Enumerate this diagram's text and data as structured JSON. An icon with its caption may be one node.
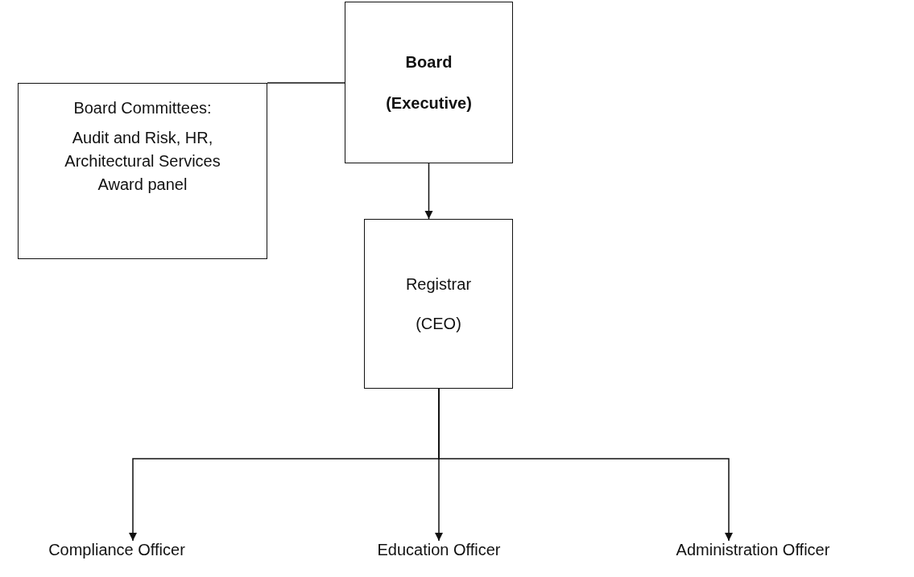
{
  "diagram": {
    "nodes": [
      {
        "text": [
          "Board",
          "(Executive)"
        ]
      },
      {
        "text": [
          "Board Committees:",
          "Audit and Risk, HR, Architectural Services Award panel"
        ]
      },
      {
        "text": [
          "Registrar",
          "(CEO)"
        ]
      },
      {
        "text": [
          "Compliance Officer"
        ]
      },
      {
        "text": [
          "Education Officer"
        ]
      },
      {
        "text": [
          "Administration Officer"
        ]
      }
    ],
    "edges": [
      {
        "from": 0,
        "to": 1,
        "arrow": "none"
      },
      {
        "from": 0,
        "to": 2,
        "arrow": "to"
      },
      {
        "from": 2,
        "to": 3,
        "arrow": "to"
      },
      {
        "from": 2,
        "to": 4,
        "arrow": "to"
      },
      {
        "from": 2,
        "to": 5,
        "arrow": "to"
      }
    ]
  }
}
